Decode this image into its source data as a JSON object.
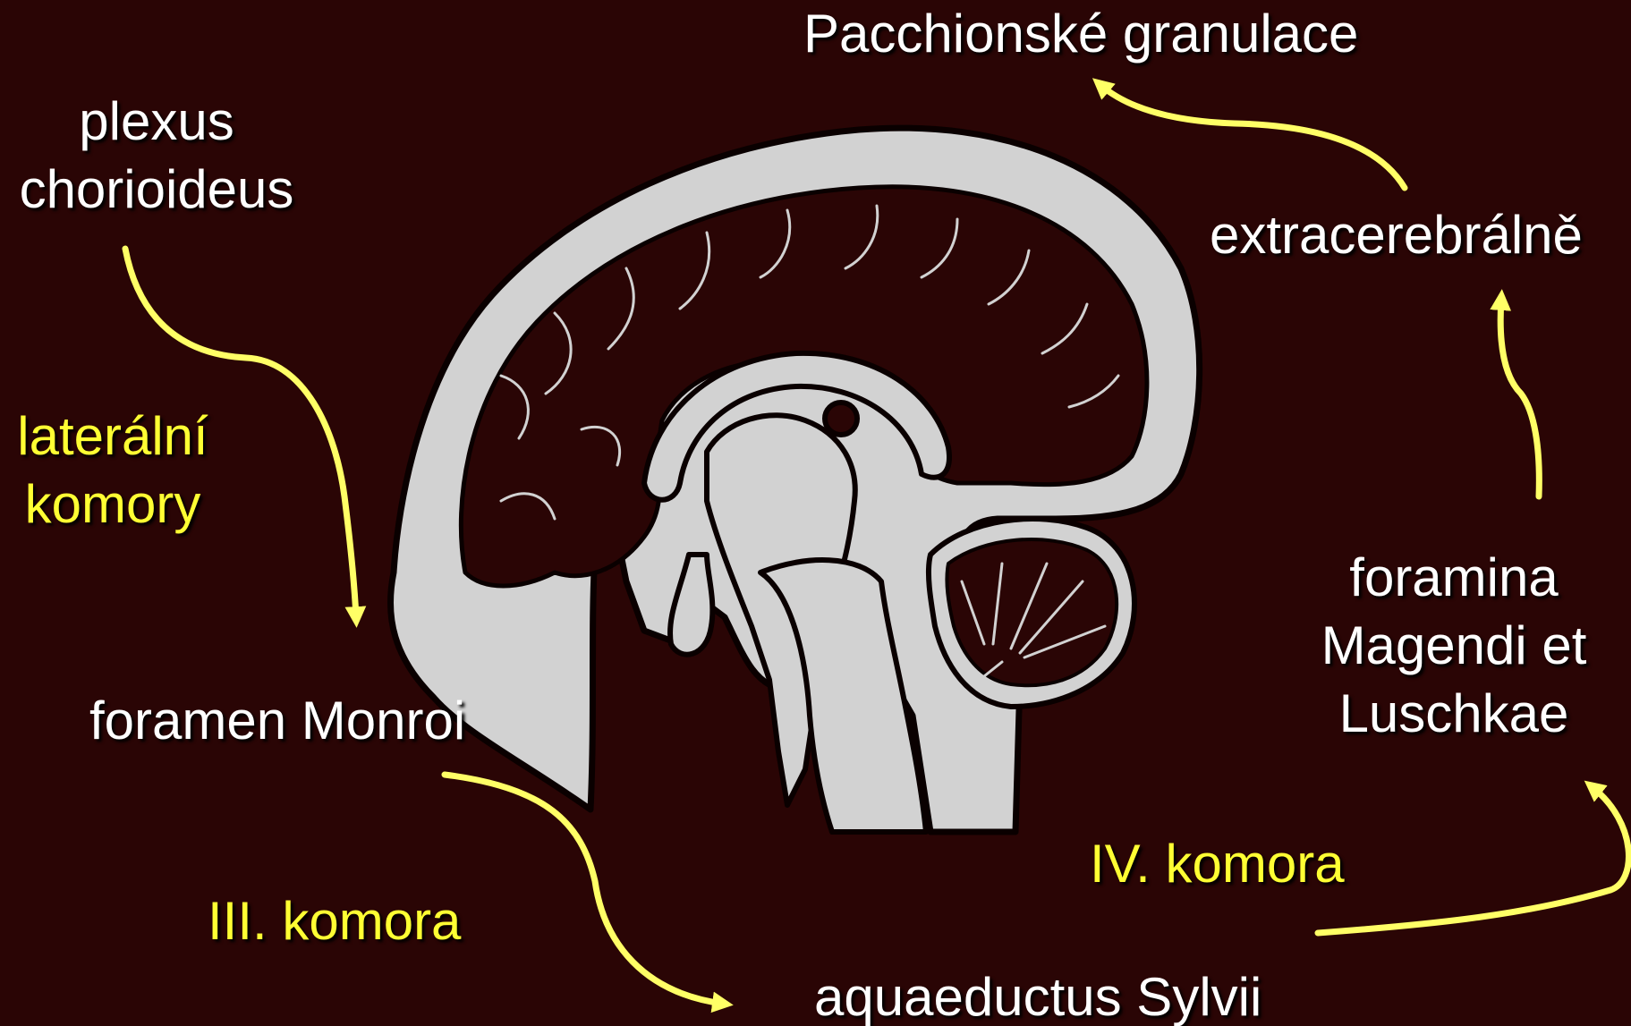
{
  "colors": {
    "background": "#2a0505",
    "brain_fill": "#d2d2d2",
    "brain_outline": "#0a0000",
    "arrow": "#ffff66",
    "label_white": "#ffffff",
    "label_yellow": "#ffff33"
  },
  "labels": {
    "pacchionske": "Pacchionské granulace",
    "plexus_line1": "plexus",
    "plexus_line2": "chorioideus",
    "lateralni_line1": "laterální",
    "lateralni_line2": "komory",
    "extracerebralne": "extracerebrálně",
    "foramina_line1": "foramina",
    "foramina_line2": "Magendi et",
    "foramina_line3": "Luschkae",
    "foramen_monroi": "foramen Monroi",
    "iii_komora": "III. komora",
    "iv_komora": "IV. komora",
    "aquaeductus": "aquaeductus Sylvii"
  },
  "icons": {
    "brain": "brain-sagittal-section-icon",
    "arrow": "curved-arrow-icon"
  }
}
